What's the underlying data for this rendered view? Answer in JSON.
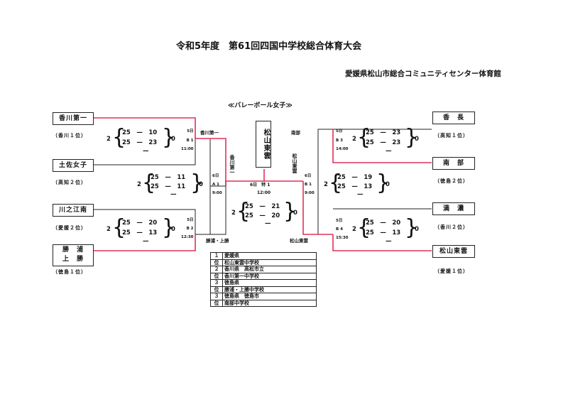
{
  "header": {
    "title": "令和5年度　第61回四国中学校総合体育大会",
    "venue": "愛媛県松山市総合コミュニティセンター体育館",
    "event": "≪バレーボール女子≫"
  },
  "teams": {
    "t1": {
      "name": "香川第一",
      "rank": "（香川１位）"
    },
    "t2": {
      "name": "土佐女子",
      "rank": "（高知２位）"
    },
    "t3": {
      "name": "川之江南",
      "rank": "（愛媛２位）"
    },
    "t4": {
      "line1": "勝　浦",
      "line2": "上　勝",
      "rank": "（徳島１位）"
    },
    "t5": {
      "name": "香　長",
      "rank": "（高知１位）"
    },
    "t6": {
      "name": "南　部",
      "rank": "（徳島２位）"
    },
    "t7": {
      "name": "満　濃",
      "rank": "（香川２位）"
    },
    "t8": {
      "name": "松山東雲",
      "rank": "（愛媛１位）"
    }
  },
  "matches": {
    "m1": {
      "sets_left": "2",
      "sets_right": "0",
      "s1": "25　—　10",
      "s2": "25　—　23",
      "s3": "—",
      "day": "5日",
      "court": "B 1",
      "time": "11:00"
    },
    "m2": {
      "sets_left": "2",
      "sets_right": "0",
      "s1": "25　—　20",
      "s2": "25　—　13",
      "s3": "—",
      "day": "5日",
      "court": "B 2",
      "time": "12:30"
    },
    "m3": {
      "sets_left": "2",
      "sets_right": "0",
      "s1": "25　—　23",
      "s2": "25　—　23",
      "s3": "—",
      "day": "5日",
      "court": "B 3",
      "time": "14:00"
    },
    "m4": {
      "sets_left": "2",
      "sets_right": "0",
      "s1": "25　—　20",
      "s2": "25　—　13",
      "s3": "—",
      "day": "5日",
      "court": "B 4",
      "time": "15:30"
    },
    "sf1": {
      "sets_left": "2",
      "sets_right": "0",
      "s1": "25　—　11",
      "s2": "25　—　11",
      "s3": "—",
      "day": "6日",
      "court": "A 1",
      "time": "9:00"
    },
    "sf2": {
      "sets_left": "2",
      "sets_right": "0",
      "s1": "25　—　19",
      "s2": "25　—　13",
      "s3": "—",
      "day": "6日",
      "court": "B 1",
      "time": "9:00"
    },
    "final": {
      "sets_left": "2",
      "sets_right": "0",
      "s1": "25　—　21",
      "s2": "25　—　20",
      "s3": "—",
      "day_court": "6日　特 1",
      "time": "12:00"
    }
  },
  "bracket_labels": {
    "sf1_winner": "香川第一",
    "sf2_winner": "南部",
    "sf3_winner": "勝浦・上勝",
    "sf4_winner": "松山東雲",
    "final_left": "香川第一",
    "final_right": "松山東雲",
    "champion": "松山東雲"
  },
  "results": [
    {
      "pos": "１",
      "line1": "愛媛県",
      "line2": "松山東雲中学校"
    },
    {
      "pos": "２",
      "line1": "香川県　高松市立",
      "line2": "香川第一中学校"
    },
    {
      "pos": "３",
      "line1": "徳島県",
      "line2": "勝浦・上勝中学校"
    },
    {
      "pos": "３",
      "line1": "徳島県　徳島市",
      "line2": "南部中学校"
    }
  ],
  "results_pos_suffix": "位",
  "colors": {
    "winner_line": "#e0305a",
    "line": "#222222"
  }
}
